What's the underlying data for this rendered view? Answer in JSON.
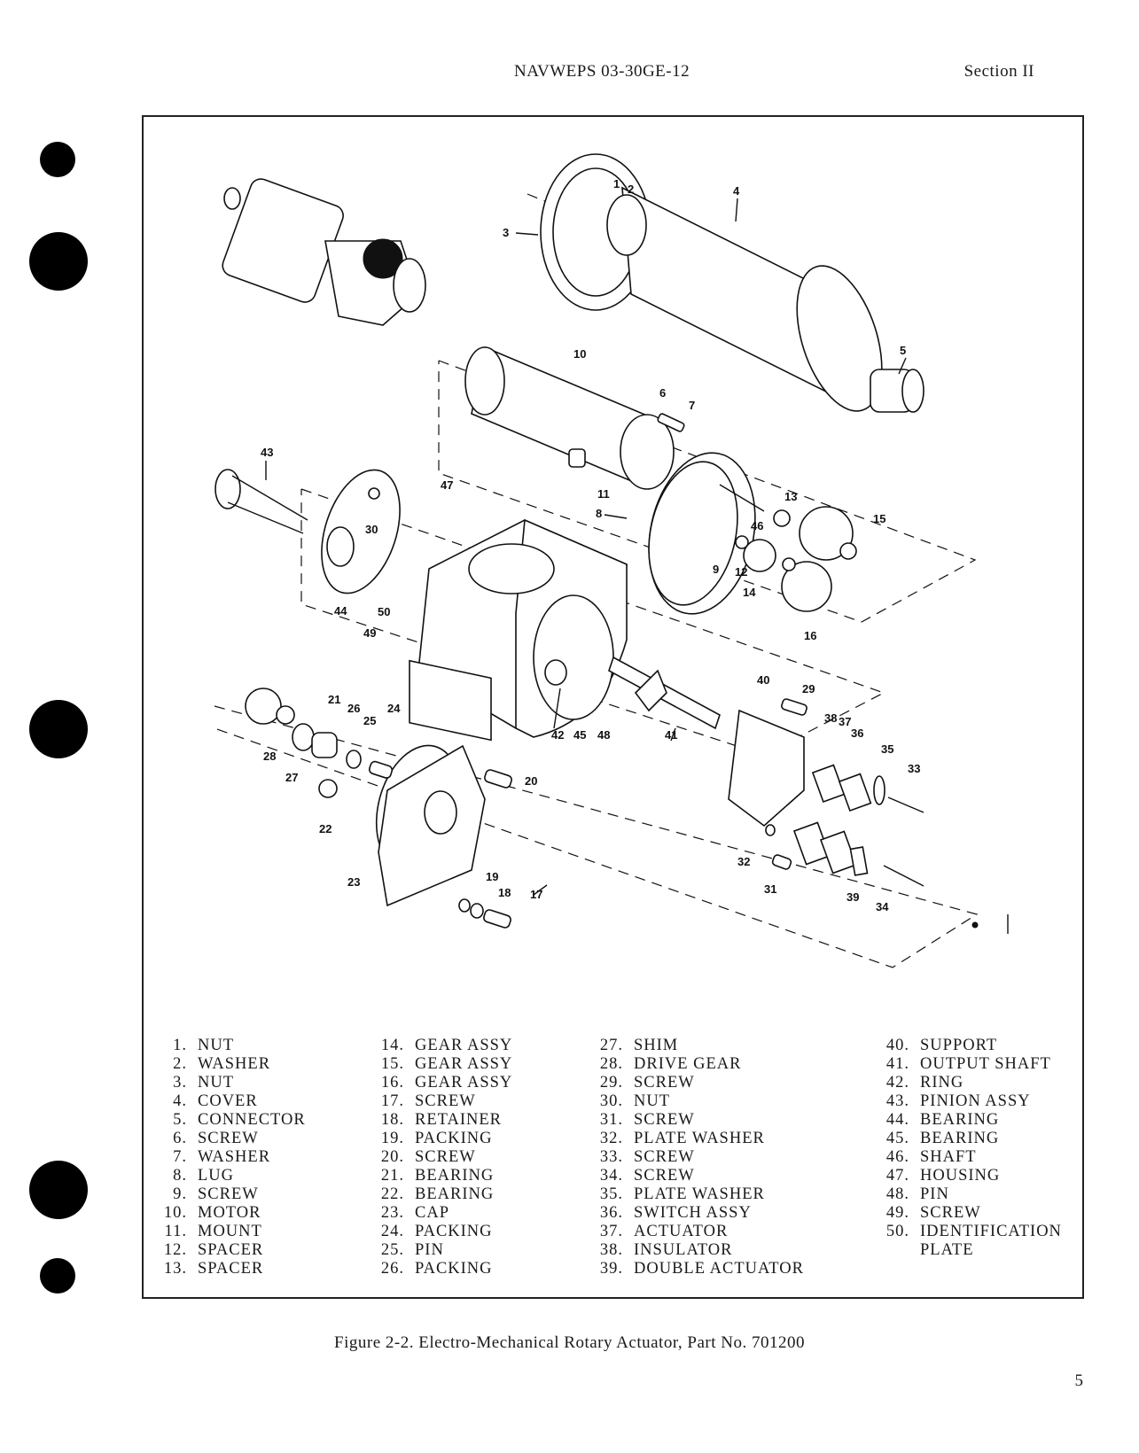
{
  "header": {
    "doc_id": "NAVWEPS 03-30GE-12",
    "section": "Section II"
  },
  "figure": {
    "callouts": [
      "1",
      "2",
      "3",
      "4",
      "5",
      "6",
      "7",
      "8",
      "9",
      "10",
      "11",
      "12",
      "13",
      "14",
      "15",
      "16",
      "17",
      "18",
      "19",
      "20",
      "21",
      "22",
      "23",
      "24",
      "25",
      "26",
      "27",
      "28",
      "29",
      "30",
      "31",
      "32",
      "33",
      "34",
      "35",
      "36",
      "37",
      "38",
      "39",
      "40",
      "41",
      "42",
      "43",
      "44",
      "45",
      "46",
      "47",
      "48",
      "49",
      "50"
    ],
    "caption": "Figure 2-2.  Electro-Mechanical Rotary Actuator, Part No. 701200"
  },
  "legend": [
    [
      {
        "n": "1.",
        "t": "NUT"
      },
      {
        "n": "2.",
        "t": "WASHER"
      },
      {
        "n": "3.",
        "t": "NUT"
      },
      {
        "n": "4.",
        "t": "COVER"
      },
      {
        "n": "5.",
        "t": "CONNECTOR"
      },
      {
        "n": "6.",
        "t": "SCREW"
      },
      {
        "n": "7.",
        "t": "WASHER"
      },
      {
        "n": "8.",
        "t": "LUG"
      },
      {
        "n": "9.",
        "t": "SCREW"
      },
      {
        "n": "10.",
        "t": "MOTOR"
      },
      {
        "n": "11.",
        "t": "MOUNT"
      },
      {
        "n": "12.",
        "t": "SPACER"
      },
      {
        "n": "13.",
        "t": "SPACER"
      }
    ],
    [
      {
        "n": "14.",
        "t": "GEAR ASSY"
      },
      {
        "n": "15.",
        "t": "GEAR ASSY"
      },
      {
        "n": "16.",
        "t": "GEAR ASSY"
      },
      {
        "n": "17.",
        "t": "SCREW"
      },
      {
        "n": "18.",
        "t": "RETAINER"
      },
      {
        "n": "19.",
        "t": "PACKING"
      },
      {
        "n": "20.",
        "t": "SCREW"
      },
      {
        "n": "21.",
        "t": "BEARING"
      },
      {
        "n": "22.",
        "t": "BEARING"
      },
      {
        "n": "23.",
        "t": "CAP"
      },
      {
        "n": "24.",
        "t": "PACKING"
      },
      {
        "n": "25.",
        "t": "PIN"
      },
      {
        "n": "26.",
        "t": "PACKING"
      }
    ],
    [
      {
        "n": "27.",
        "t": "SHIM"
      },
      {
        "n": "28.",
        "t": "DRIVE GEAR"
      },
      {
        "n": "29.",
        "t": "SCREW"
      },
      {
        "n": "30.",
        "t": "NUT"
      },
      {
        "n": "31.",
        "t": "SCREW"
      },
      {
        "n": "32.",
        "t": "PLATE WASHER"
      },
      {
        "n": "33.",
        "t": "SCREW"
      },
      {
        "n": "34.",
        "t": "SCREW"
      },
      {
        "n": "35.",
        "t": "PLATE WASHER"
      },
      {
        "n": "36.",
        "t": "SWITCH ASSY"
      },
      {
        "n": "37.",
        "t": "ACTUATOR"
      },
      {
        "n": "38.",
        "t": "INSULATOR"
      },
      {
        "n": "39.",
        "t": "DOUBLE ACTUATOR"
      }
    ],
    [
      {
        "n": "40.",
        "t": "SUPPORT"
      },
      {
        "n": "41.",
        "t": "OUTPUT SHAFT"
      },
      {
        "n": "42.",
        "t": "RING"
      },
      {
        "n": "43.",
        "t": "PINION ASSY"
      },
      {
        "n": "44.",
        "t": "BEARING"
      },
      {
        "n": "45.",
        "t": "BEARING"
      },
      {
        "n": "46.",
        "t": "SHAFT"
      },
      {
        "n": "47.",
        "t": "HOUSING"
      },
      {
        "n": "48.",
        "t": "PIN"
      },
      {
        "n": "49.",
        "t": "SCREW"
      },
      {
        "n": "50.",
        "t": "IDENTIFICATION"
      },
      {
        "n": "",
        "t": "PLATE"
      }
    ]
  ],
  "page_number": "5"
}
